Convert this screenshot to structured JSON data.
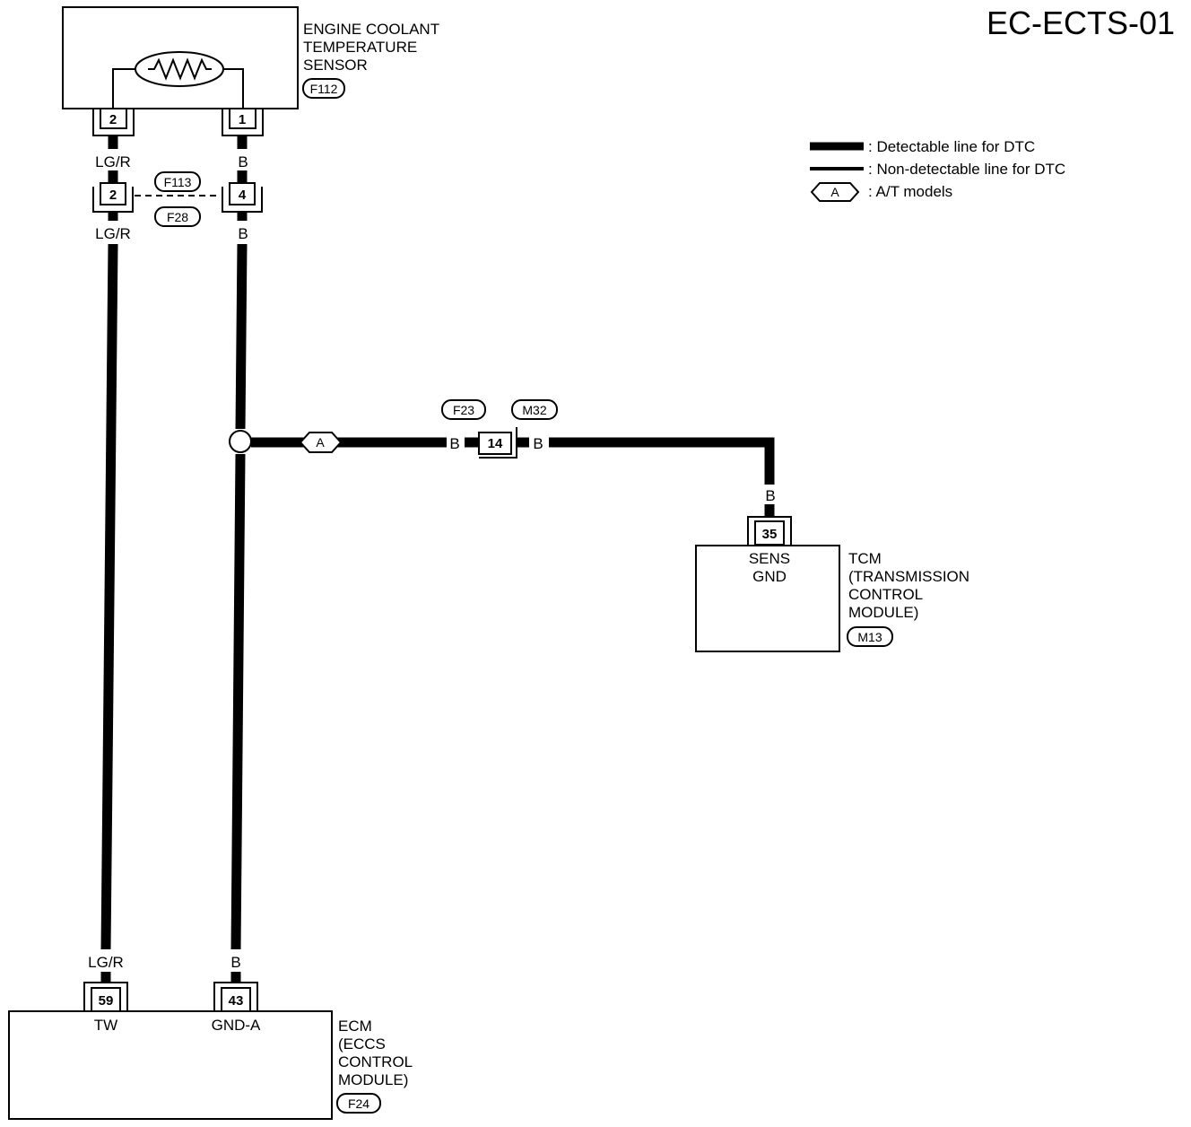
{
  "page": {
    "diagram_id": "EC-ECTS-01"
  },
  "legend": {
    "detectable": ": Detectable line for DTC",
    "non_detectable": ": Non-detectable line for DTC",
    "at_symbol": "A",
    "at_models": ": A/T models"
  },
  "sensor": {
    "name_line1": "ENGINE COOLANT",
    "name_line2": "TEMPERATURE",
    "name_line3": "SENSOR",
    "connector": "F112",
    "pin_left": "2",
    "pin_right": "1"
  },
  "wires": {
    "lgr": "LG/R",
    "b": "B"
  },
  "joint_connector": {
    "code_top": "F113",
    "code_bottom": "F28",
    "pin_left": "2",
    "pin_right": "4"
  },
  "splice": {
    "option_symbol": "A"
  },
  "inline_connector": {
    "code_left": "F23",
    "code_right": "M32",
    "pin": "14"
  },
  "tcm": {
    "pin": "35",
    "terminal_line1": "SENS",
    "terminal_line2": "GND",
    "name_line1": "TCM",
    "name_line2": "(TRANSMISSION",
    "name_line3": "CONTROL",
    "name_line4": "MODULE)",
    "connector": "M13"
  },
  "ecm": {
    "pin_tw": "59",
    "pin_gnd": "43",
    "terminal_tw": "TW",
    "terminal_gnd": "GND-A",
    "name_line1": "ECM",
    "name_line2": "(ECCS",
    "name_line3": "CONTROL",
    "name_line4": "MODULE)",
    "connector": "F24"
  }
}
